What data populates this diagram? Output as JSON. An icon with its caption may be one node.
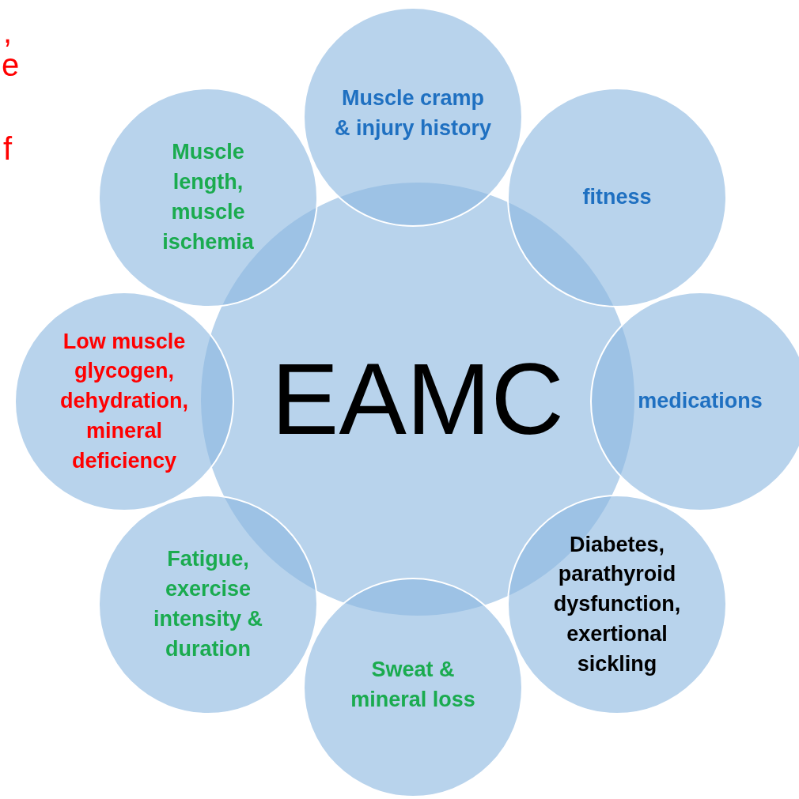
{
  "diagram": {
    "nodes": [
      {
        "text": [
          "EAMC"
        ]
      },
      {
        "text": [
          "Muscle cramp & injury history"
        ]
      },
      {
        "text": [
          "fitness"
        ]
      },
      {
        "text": [
          "medications"
        ]
      },
      {
        "text": [
          "Diabetes, parathyroid dysfunction, exertional sickling"
        ]
      },
      {
        "text": [
          "Sweat & mineral loss"
        ]
      },
      {
        "text": [
          "Fatigue, exercise intensity & duration"
        ]
      },
      {
        "text": [
          "Low muscle glycogen, dehydration, mineral deficiency"
        ]
      },
      {
        "text": [
          "Muscle length, muscle ischemia"
        ]
      }
    ],
    "labels": [
      ",",
      "e",
      "f"
    ]
  }
}
